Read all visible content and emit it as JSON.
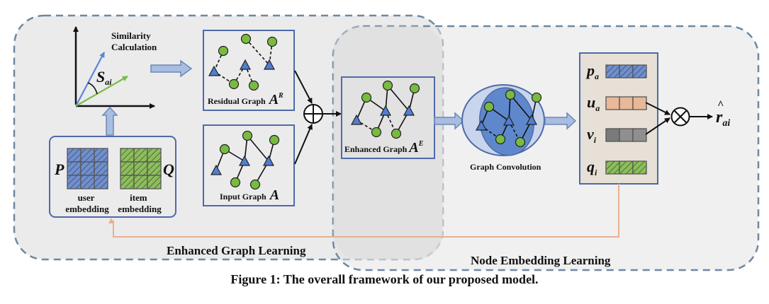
{
  "figure": {
    "caption": "Figure 1: The overall framework of our proposed model.",
    "regions": {
      "left_label": "Enhanced Graph Learning",
      "right_label": "Node Embedding Learning"
    },
    "similarity": {
      "title_line1": "Similarity",
      "title_line2": "Calculation",
      "symbol": "S",
      "symbol_sub": "ai"
    },
    "embeddings": {
      "user_symbol": "P",
      "item_symbol": "Q",
      "user_label_line1": "user",
      "user_label_line2": "embedding",
      "item_label_line1": "item",
      "item_label_line2": "embedding"
    },
    "graphs": {
      "residual": {
        "label": "Residual Graph",
        "symbol": "A",
        "sup": "R"
      },
      "input": {
        "label": "Input Graph",
        "symbol": "A"
      },
      "enhanced": {
        "label": "Enhanced Graph",
        "symbol": "A",
        "sup": "E"
      },
      "convolution": {
        "label": "Graph Convolution"
      }
    },
    "node_vectors": [
      {
        "symbol": "p",
        "sub": "a",
        "color": "#6f8fcf",
        "hatched": true
      },
      {
        "symbol": "u",
        "sub": "a",
        "color": "#e8b898",
        "hatched": false
      },
      {
        "symbol": "v",
        "sub": "i",
        "color": "#888888",
        "hatched": false
      },
      {
        "symbol": "q",
        "sub": "i",
        "color": "#8cbf5a",
        "hatched": true
      }
    ],
    "operators": {
      "add": "⊕",
      "multiply": "⊗"
    },
    "output": {
      "symbol": "r",
      "hat": "^",
      "sub": "ai"
    },
    "colors": {
      "region_fill": "#ebebeb",
      "region_border": "#6d88a3",
      "box_border": "#4e6aa8",
      "user_node": "#4f7fd0",
      "item_node": "#78bb40",
      "feedback_line": "#e8b090",
      "vector_panel": "#e6e0d6"
    }
  }
}
